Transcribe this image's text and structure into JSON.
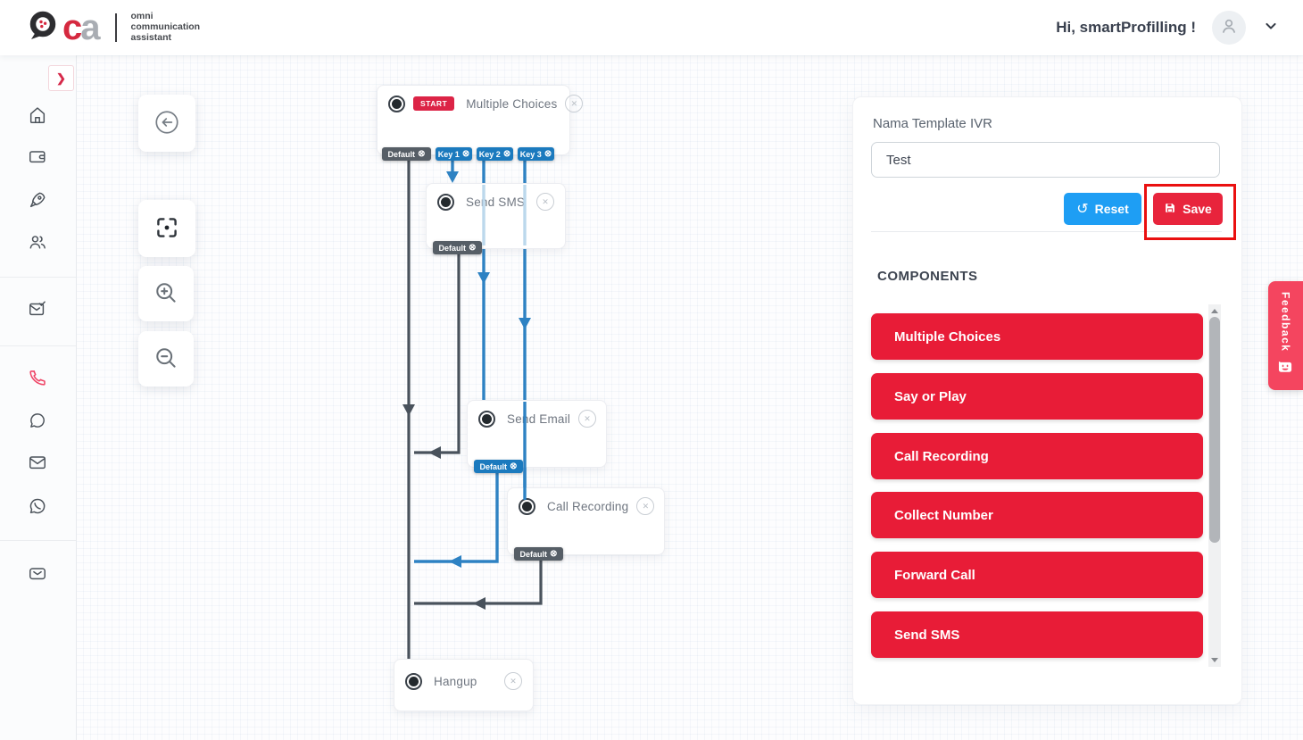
{
  "header": {
    "logo_letters_c": "c",
    "logo_letters_a": "a",
    "logo_lines": [
      "omni",
      "communication",
      "assistant"
    ],
    "greeting": "Hi, smartProfilling !"
  },
  "sidebar": {
    "items": [
      "home",
      "wallet",
      "rocket",
      "users",
      "mail-check",
      "phone",
      "chat",
      "mail",
      "whatsapp",
      "inbox"
    ]
  },
  "canvas": {
    "nodes": [
      {
        "title": "Multiple Choices",
        "badge": "START",
        "tags": [
          {
            "label": "Default"
          },
          {
            "label": "Key 1"
          },
          {
            "label": "Key 2"
          },
          {
            "label": "Key 3"
          }
        ]
      },
      {
        "title": "Send SMS",
        "tags": [
          {
            "label": "Default"
          }
        ]
      },
      {
        "title": "Send Email",
        "tags": [
          {
            "label": "Default"
          }
        ]
      },
      {
        "title": "Call Recording",
        "tags": [
          {
            "label": "Default"
          }
        ]
      },
      {
        "title": "Hangup",
        "tags": []
      }
    ]
  },
  "panel": {
    "template_label": "Nama Template IVR",
    "template_value": "Test",
    "reset_label": "Reset",
    "save_label": "Save",
    "components_title": "COMPONENTS",
    "components": [
      {
        "label": "Multiple Choices"
      },
      {
        "label": "Say or Play"
      },
      {
        "label": "Call Recording"
      },
      {
        "label": "Collect Number"
      },
      {
        "label": "Forward Call"
      },
      {
        "label": "Send SMS"
      }
    ]
  },
  "feedback": {
    "label": "Feedback"
  },
  "icons": {
    "remove_tag": "⊗",
    "close_x": "✕",
    "expand": "❯",
    "reset": "↺"
  },
  "colors": {
    "accent_red": "#e8243c",
    "accent_blue": "#1e9ef4",
    "tag_dark": "#565e66",
    "tag_blue": "#1b7abe",
    "line_dark": "#49525c",
    "line_blue": "#2e82c3",
    "feedback": "#f4455f",
    "highlight_box": "#ea1010",
    "start_badge": "#dc2446"
  }
}
